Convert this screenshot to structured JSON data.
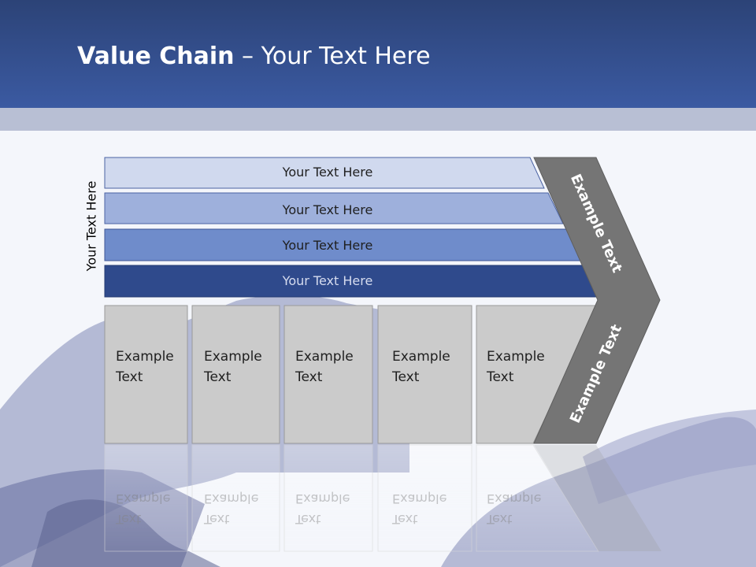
{
  "title": {
    "bold": "Value Chain",
    "rest": " – Your Text Here"
  },
  "side_label": "Your Text Here",
  "bars": [
    {
      "label": "Your Text Here",
      "fill": "#d0d9ee",
      "text": "#1f1f1f"
    },
    {
      "label": "Your Text Here",
      "fill": "#9eb0dc",
      "text": "#1f1f1f"
    },
    {
      "label": "Your Text Here",
      "fill": "#6f8ccb",
      "text": "#1f1f1f"
    },
    {
      "label": "Your Text Here",
      "fill": "#2f4a8c",
      "text": "#d6dcef"
    }
  ],
  "columns": [
    {
      "line1": "Example",
      "line2": "Text"
    },
    {
      "line1": "Example",
      "line2": "Text"
    },
    {
      "line1": "Example",
      "line2": "Text"
    },
    {
      "line1": "Example",
      "line2": "Text"
    },
    {
      "line1": "Example",
      "line2": "Text"
    }
  ],
  "chevron": {
    "upper_label": "Example Text",
    "lower_label": "Example Text",
    "fill": "#757575"
  },
  "colors": {
    "header": "#3b5aa2",
    "band": "#b8bfd4",
    "background": "#f4f6fb",
    "column_fill": "#cbcbcb"
  }
}
